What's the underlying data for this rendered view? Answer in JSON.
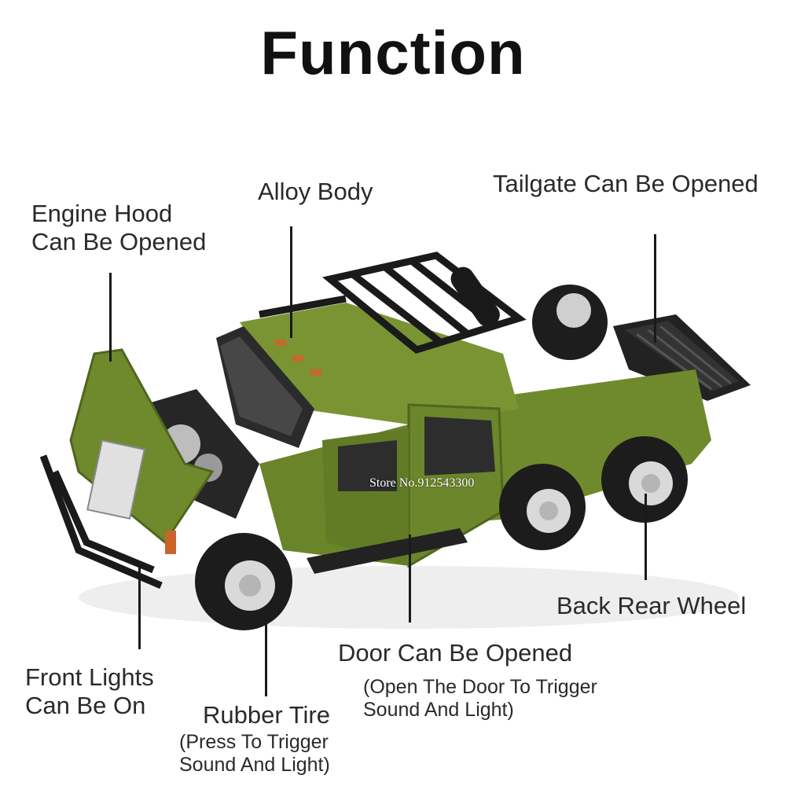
{
  "title": "Function",
  "labels": {
    "alloy_body": "Alloy Body",
    "tailgate": "Tailgate Can Be Opened",
    "engine_hood_1": "Engine Hood",
    "engine_hood_2": "Can Be Opened",
    "back_rear_wheel": "Back Rear Wheel",
    "door": "Door Can Be Opened",
    "door_sub_1": "(Open The Door To Trigger",
    "door_sub_2": "Sound And Light)",
    "front_lights_1": "Front Lights",
    "front_lights_2": "Can Be On",
    "rubber_tire": "Rubber Tire",
    "tire_sub_1": "(Press To Trigger",
    "tire_sub_2": "Sound And Light)"
  },
  "watermark": "Store No.912543300",
  "colors": {
    "body_green": "#6f8a2c",
    "body_dark_green": "#4f6620",
    "black": "#1c1c1c",
    "rim": "#d9d9d9"
  }
}
